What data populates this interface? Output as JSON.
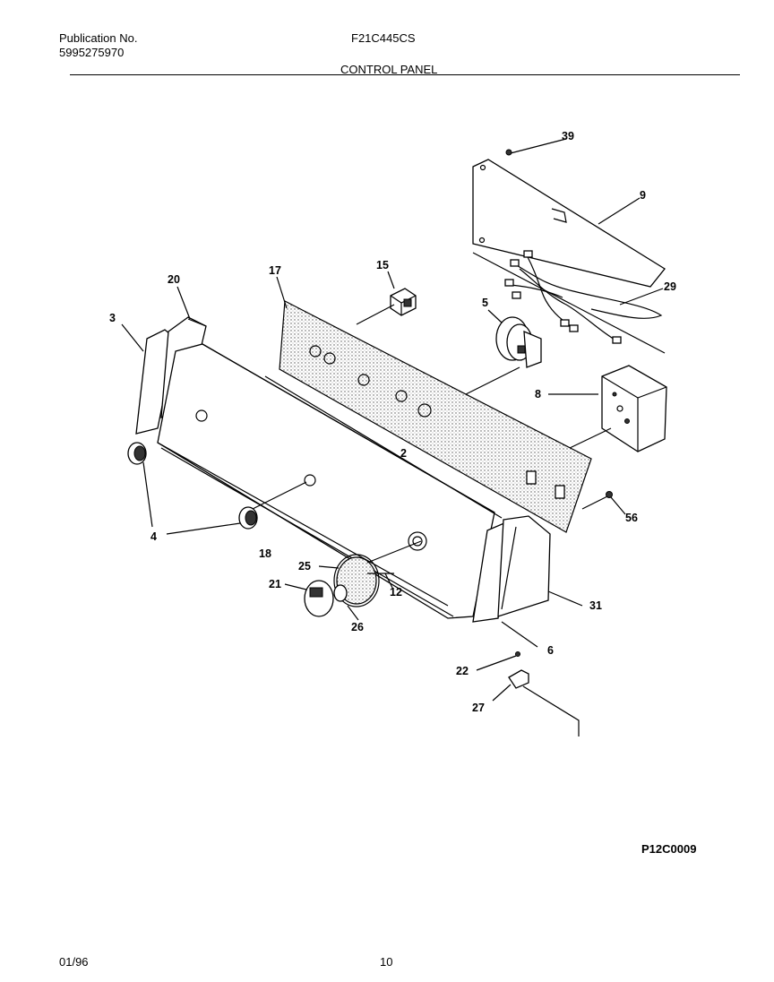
{
  "header": {
    "publication_label": "Publication No.",
    "publication_number": "5995275970",
    "model": "F21C445CS",
    "section_title": "CONTROL PANEL"
  },
  "diagram": {
    "code": "P12C0009",
    "callouts": {
      "c39": "39",
      "c9": "9",
      "c29": "29",
      "c15": "15",
      "c17": "17",
      "c20": "20",
      "c3": "3",
      "c5": "5",
      "c8": "8",
      "c2": "2",
      "c56": "56",
      "c4": "4",
      "c18": "18",
      "c25": "25",
      "c12": "12",
      "c21": "21",
      "c26": "26",
      "c31": "31",
      "c6": "6",
      "c22": "22",
      "c27": "27"
    }
  },
  "footer": {
    "date": "01/96",
    "page": "10"
  }
}
